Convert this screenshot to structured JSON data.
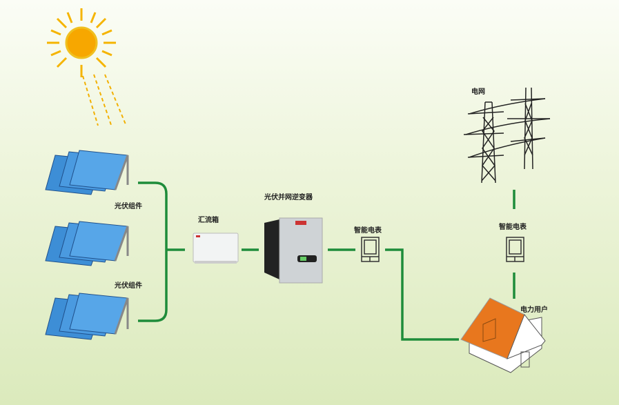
{
  "labels": {
    "pv_module_1": "光伏组件",
    "pv_module_2": "光伏组件",
    "combiner_box": "汇流箱",
    "inverter": "光伏并网逆变器",
    "smart_meter_1": "智能电表",
    "smart_meter_2": "智能电表",
    "grid": "电网",
    "power_user": "电力用户"
  },
  "colors": {
    "line": "#1e8c3a",
    "sun": "#f5a800",
    "panel": "#3a8fd8",
    "roof": "#e8771e"
  }
}
